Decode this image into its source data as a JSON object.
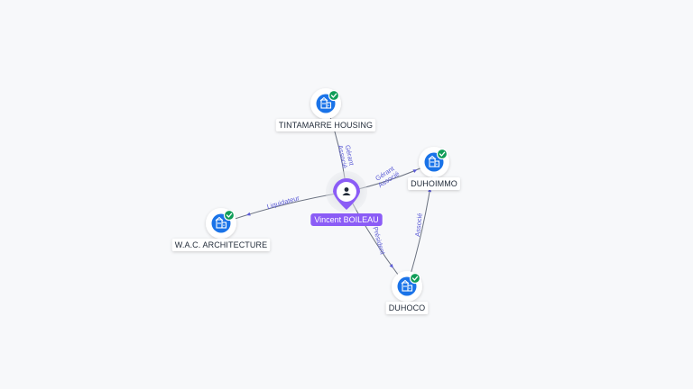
{
  "colors": {
    "company_icon": "#1a73e8",
    "check_badge": "#0f9d58",
    "person_accent": "#8b5cf6",
    "person_label_bg": "#8b5cf6",
    "edge": "#6b7280",
    "edge_label": "#5b5bd6"
  },
  "person": {
    "name": "Vincent BOILEAU",
    "icon": "person-icon"
  },
  "companies": [
    {
      "id": "tintamarre",
      "name": "TINTAMARRE HOUSING",
      "icon": "building-icon",
      "verified": true
    },
    {
      "id": "duhoimmo",
      "name": "DUHOIMMO",
      "icon": "building-icon",
      "verified": true
    },
    {
      "id": "wac",
      "name": "W.A.C. ARCHITECTURE",
      "icon": "building-icon",
      "verified": true
    },
    {
      "id": "duhoco",
      "name": "DUHOCO",
      "icon": "building-icon",
      "verified": true
    }
  ],
  "edges": [
    {
      "from": "person",
      "to": "tintamarre",
      "labels": [
        "Gérant",
        "Associé"
      ]
    },
    {
      "from": "person",
      "to": "duhoimmo",
      "labels": [
        "Gérant",
        "Associé"
      ]
    },
    {
      "from": "person",
      "to": "wac",
      "labels": [
        "Liquidateur"
      ]
    },
    {
      "from": "person",
      "to": "duhoco",
      "labels": [
        "Président"
      ]
    },
    {
      "from": "duhoco",
      "to": "duhoimmo",
      "labels": [
        "Associé"
      ]
    }
  ]
}
